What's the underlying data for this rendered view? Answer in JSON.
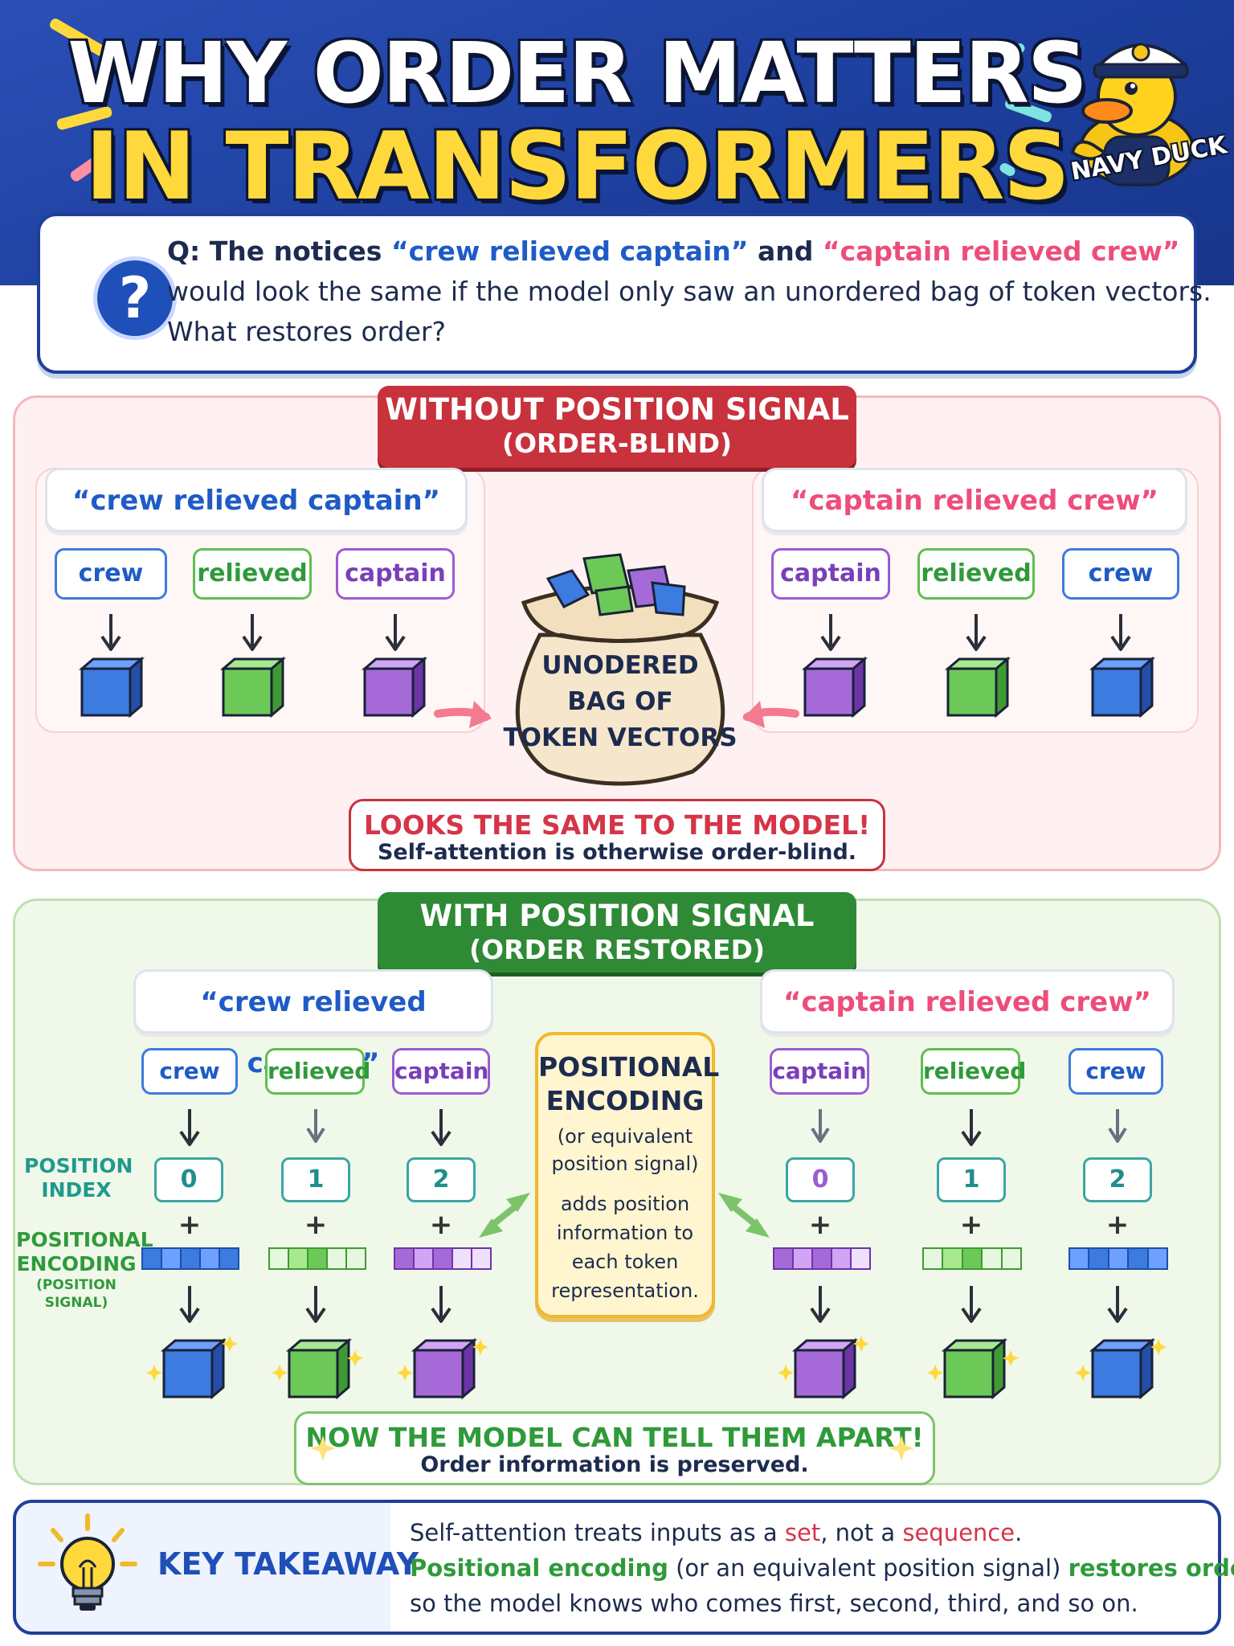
{
  "header": {
    "title_line1": "WHY ORDER MATTERS",
    "title_line2": "IN TRANSFORMERS",
    "mascot_label": "NAVY DUCK"
  },
  "question": {
    "prefix": "Q: The notices ",
    "phrase1": "“crew relieved captain”",
    "and": " and ",
    "phrase2": "“captain relieved crew”",
    "line2": "would look the same if the model only saw an unordered bag of token vectors.",
    "line3": "What restores order?"
  },
  "without": {
    "banner_line1": "WITHOUT POSITION SIGNAL",
    "banner_line2": "(ORDER-BLIND)",
    "left_phrase": "“crew relieved captain”",
    "right_phrase": "“captain relieved crew”",
    "left_tokens": [
      "crew",
      "relieved",
      "captain"
    ],
    "right_tokens": [
      "captain",
      "relieved",
      "crew"
    ],
    "bag_line1": "UNODERED",
    "bag_line2": "BAG OF",
    "bag_line3": "TOKEN VECTORS",
    "result_line1": "LOOKS THE SAME TO THE MODEL!",
    "result_line2": "Self-attention is otherwise order-blind."
  },
  "with": {
    "banner_line1": "WITH POSITION SIGNAL",
    "banner_line2": "(ORDER RESTORED)",
    "left_phrase": "“crew relieved captain”",
    "right_phrase": "“captain relieved crew”",
    "left_tokens": [
      "crew",
      "relieved",
      "captain"
    ],
    "right_tokens": [
      "captain",
      "relieved",
      "crew"
    ],
    "left_indices": [
      "0",
      "1",
      "2"
    ],
    "right_indices": [
      "0",
      "1",
      "2"
    ],
    "plus": "+",
    "label_position_index_1": "POSITION",
    "label_position_index_2": "INDEX",
    "label_pe_1": "POSITIONAL",
    "label_pe_2": "ENCODING",
    "label_pe_3": "(POSITION SIGNAL)",
    "pe_title1": "POSITIONAL",
    "pe_title2": "ENCODING",
    "pe_sub1": "(or equivalent",
    "pe_sub2": "position signal)",
    "pe_body1": "adds position",
    "pe_body2": "information to",
    "pe_body3": "each token",
    "pe_body4": "representation.",
    "result_line1": "NOW THE MODEL CAN TELL THEM APART!",
    "result_line2": "Order information is preserved."
  },
  "takeaway": {
    "title": "KEY TAKEAWAY",
    "l1_a": "Self-attention treats inputs as a ",
    "l1_set": "set",
    "l1_b": ", not a ",
    "l1_seq": "sequence",
    "l1_c": ".",
    "l2_a": "Positional encoding",
    "l2_b": " (or an equivalent position signal) ",
    "l2_c": "restores order",
    "l2_d": ",",
    "l3": "so the model knows who comes first, second, third, and so on."
  },
  "colors": {
    "header_blue": "#1d3f9e",
    "title_yellow": "#ffd93b",
    "without_red": "#c8323d",
    "with_green": "#2e8a35",
    "token_blue": "#3c7be0",
    "token_green": "#5fbf4f",
    "token_purple": "#9b5cd0",
    "pe_yellow": "#f2b82c"
  }
}
